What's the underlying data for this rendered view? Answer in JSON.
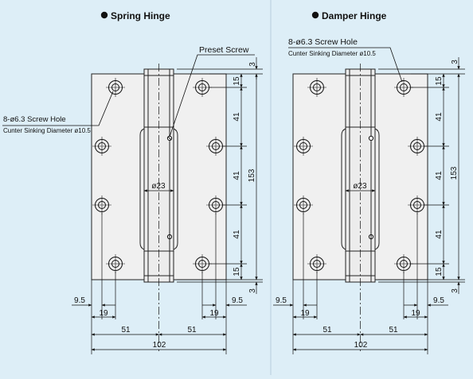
{
  "spring": {
    "title": "Spring Hinge",
    "preset_label": "Preset Screw",
    "hole_label": "8-ø6.3 Screw Hole",
    "sink_label": "Cunter Sinking Diameter ø10.5",
    "dims": {
      "top_gap": "3",
      "bottom_gap": "3",
      "height_total": "153",
      "hole_top": "15",
      "pitch_1": "41",
      "pitch_2": "41",
      "pitch_3": "41",
      "hole_bottom": "15",
      "barrel_dia": "ø23",
      "left_edge": "9.5",
      "left_hole": "19",
      "right_edge": "9.5",
      "right_hole": "19",
      "left_half": "51",
      "right_half": "51",
      "width_total": "102"
    }
  },
  "damper": {
    "title": "Damper Hinge",
    "hole_label": "8-ø6.3 Screw Hole",
    "sink_label": "Cunter Sinking Diameter ø10.5",
    "dims": {
      "top_gap": "3",
      "bottom_gap": "3",
      "height_total": "153",
      "hole_top": "15",
      "pitch_1": "41",
      "pitch_2": "41",
      "pitch_3": "41",
      "hole_bottom": "15",
      "barrel_dia": "ø23",
      "left_edge": "9.5",
      "left_hole": "19",
      "right_edge": "9.5",
      "right_hole": "19",
      "left_half": "51",
      "right_half": "51",
      "width_total": "102"
    }
  }
}
